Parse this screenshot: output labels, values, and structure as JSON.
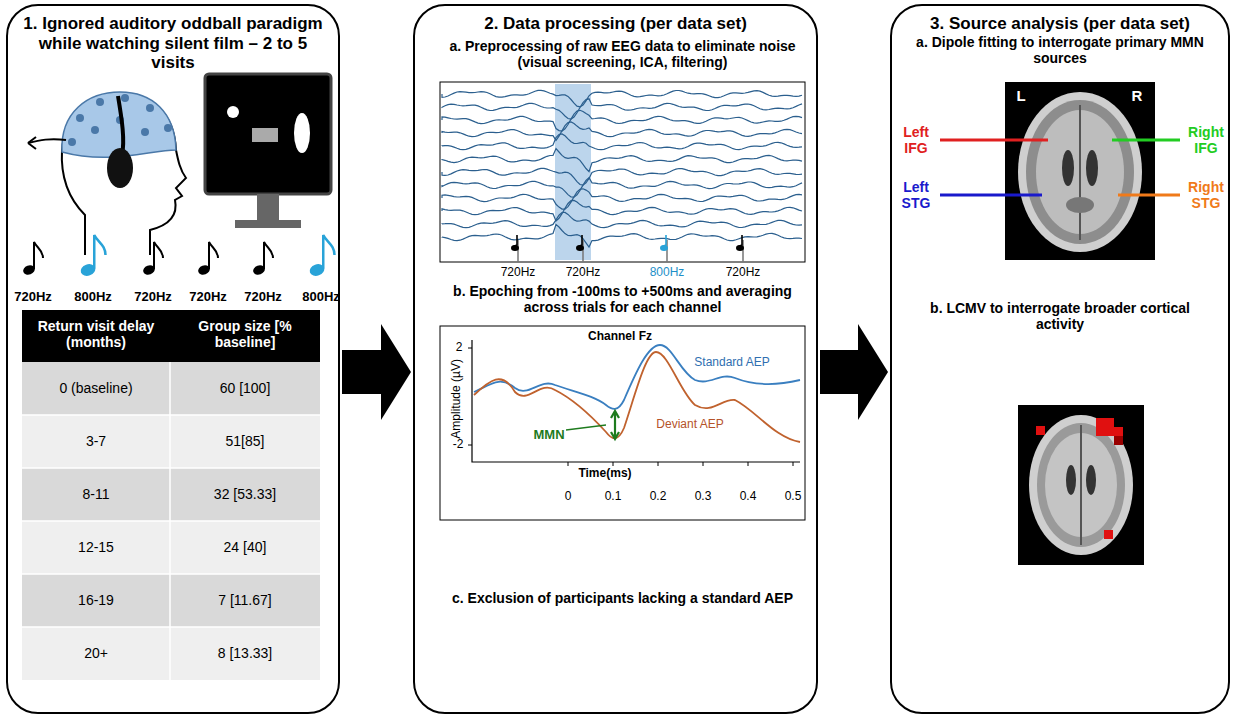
{
  "diagram": {
    "nodes": [
      {
        "text": [
          "1. Ignored auditory oddball paradigm while watching silent film – 2 to 5 visits"
        ]
      },
      {
        "text": [
          "2. Data processing (per data set)"
        ]
      },
      {
        "text": [
          "3. Source analysis (per data set)"
        ]
      }
    ],
    "edges": [
      {
        "from": 0,
        "to": 1,
        "arrow": "to"
      },
      {
        "from": 1,
        "to": 2,
        "arrow": "to"
      }
    ],
    "labels": [
      "720Hz",
      "800Hz",
      "720Hz",
      "720Hz",
      "720Hz",
      "800Hz",
      "Return visit delay (months)",
      "Group size [% baseline]",
      "0 (baseline)",
      "60 [100]",
      "3-7",
      "51[85]",
      "8-11",
      "32 [53.33]",
      "12-15",
      "24 [40]",
      "16-19",
      "7 [11.67]",
      "20+",
      "8 [13.33]",
      "a. Preprocessing of raw EEG data to eliminate noise (visual screening, ICA, filtering)",
      "720Hz",
      "720Hz",
      "800Hz",
      "720Hz",
      "b. Epoching from -100ms to +500ms and averaging across trials for each channel",
      "Channel Fz",
      "Standard AEP",
      "Deviant AEP",
      "MMN",
      "Amplitude (µV)",
      "2",
      "-2",
      "Time(ms)",
      "0",
      "0.1",
      "0.2",
      "0.3",
      "0.4",
      "0.5",
      "c. Exclusion of participants lacking a standard AEP",
      "a. Dipole fitting to interrogate primary MMN sources",
      "L",
      "R",
      "Left IFG",
      "Right IFG",
      "Left STG",
      "Right STG",
      "b. LCMV to interrogate broader cortical activity"
    ]
  }
}
